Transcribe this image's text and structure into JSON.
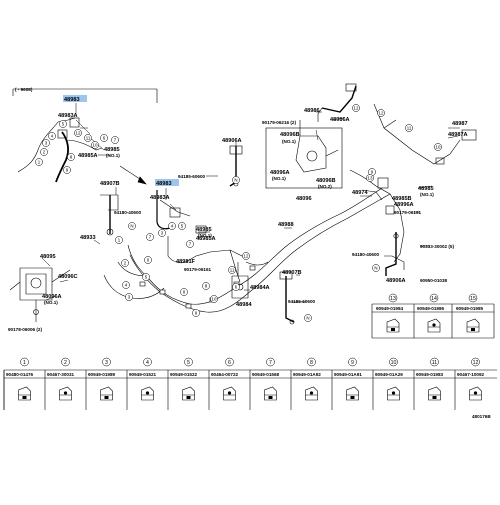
{
  "title_note": "(     - 9608)",
  "highlight_color": "#9ec5ec",
  "figure_code": "480176B",
  "labels": {
    "l48983_a": "48983",
    "l48983A_a": "48983A",
    "l48985_a": "48985",
    "l48985_a_no": "(NO.1)",
    "l48985A_a": "48985A",
    "l48907B_a": "48907B",
    "l48983_b": "48983",
    "l48983A_b": "48983A",
    "l94180_a": "94180-40600",
    "l48985_b": "48985",
    "l48985_b_no": "(NO.1)",
    "l48985A_b": "48985A",
    "l48933": "48933",
    "l48981F": "48981F",
    "l90179_a": "90179-06161",
    "l48095": "48095",
    "l48096C": "48096C",
    "l48096A_a": "48096A",
    "l48096A_a_no": "(NO.1)",
    "l90178": "90178-06006 (2)",
    "l48906A_a": "48906A",
    "l94185_a": "94185-60600",
    "l48988": "48988",
    "l48907B_b": "48907B",
    "l48984A": "48984A",
    "l48984": "48984",
    "l94185_b": "94185-60600",
    "l48986": "48986",
    "l48986A": "48986A",
    "l90179_b": "90179-06216 (2)",
    "l48096B_a": "48096B",
    "l48096B_a_no": "(NO.1)",
    "l48096A_b": "48096A",
    "l48096A_b_no": "(NO.1)",
    "l48096B_b": "48096B",
    "l48096B_b_no": "(NO.2)",
    "l48096": "48096",
    "l48974": "48974",
    "l48985B": "48985B",
    "l48985_c": "48985",
    "l48985_c_no": "(NO.1)",
    "l48996A": "48996A",
    "l90179_c": "90179-06161",
    "l94180_b": "94180-40600",
    "l48906A_b": "48906A",
    "l90333": "90333-30002 (5)",
    "l90950": "90950-01038",
    "l48987": "48987",
    "l48987A": "48987A"
  },
  "parts_top": [
    {
      "num": "13",
      "code": "90949-01984"
    },
    {
      "num": "14",
      "code": "90949-01986"
    },
    {
      "num": "15",
      "code": "90949-01985"
    }
  ],
  "parts_bottom": [
    {
      "num": "1",
      "code": "90480-01476"
    },
    {
      "num": "2",
      "code": "90467-30031"
    },
    {
      "num": "3",
      "code": "90949-01989"
    },
    {
      "num": "4",
      "code": "90949-01521"
    },
    {
      "num": "5",
      "code": "90949-01522"
    },
    {
      "num": "6",
      "code": "90464-00722"
    },
    {
      "num": "7",
      "code": "90949-01568"
    },
    {
      "num": "8",
      "code": "90949-01A92"
    },
    {
      "num": "9",
      "code": "90949-01A91"
    },
    {
      "num": "10",
      "code": "90949-01A29"
    },
    {
      "num": "11",
      "code": "90949-01983"
    },
    {
      "num": "12",
      "code": "90467-10092"
    }
  ],
  "callouts": {
    "c1": "1",
    "c2": "2",
    "c3": "3",
    "c4": "4",
    "c5": "5",
    "c6": "6",
    "c7": "7",
    "c8": "8",
    "c9": "9",
    "c10": "10",
    "c11": "11",
    "c12": "12",
    "c13": "13",
    "cN": "N"
  }
}
